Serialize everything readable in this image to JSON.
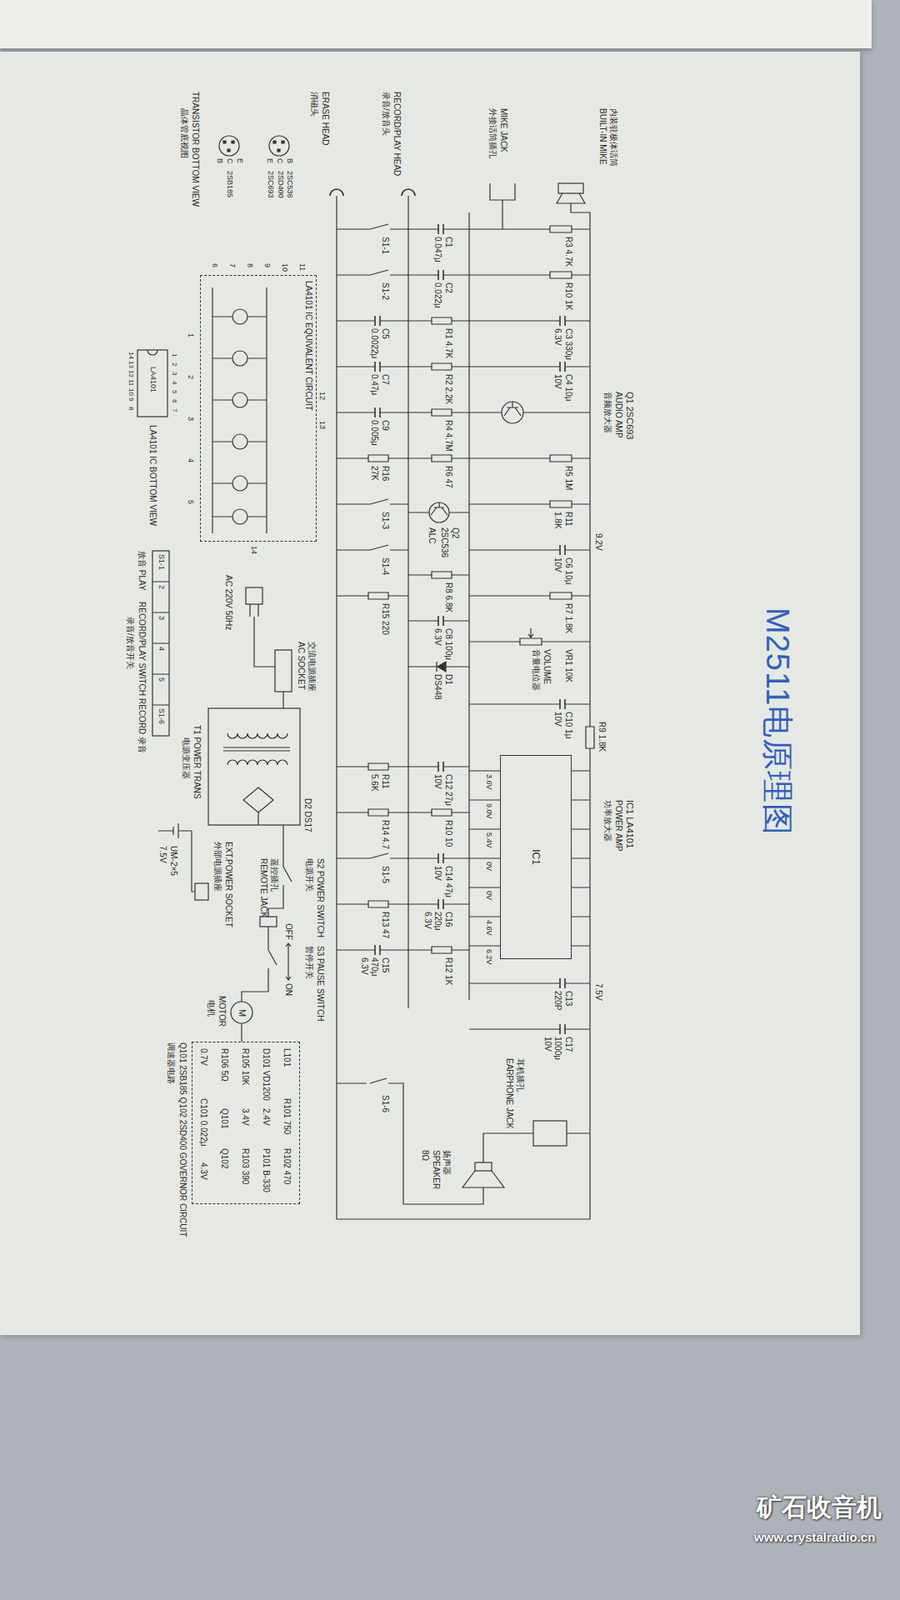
{
  "diagram": {
    "title": "M2511电原理图",
    "nodes": [
      {
        "text": [
          "LA4101 IC EQUIVALENT CIRCUIT"
        ]
      },
      {
        "text": [
          "IC1"
        ]
      },
      {
        "text": [
          "Q101 2SB185 Q102 2SD400 GOVERNOR CIRCUIT",
          "调速器电路"
        ]
      }
    ],
    "labels": [
      "内装驻极体话筒",
      "BUILT-IN MIKE",
      "MIKE JACK",
      "外接话筒插孔",
      "RECORD/PLAY HEAD",
      "录音/放音头",
      "ERASE HEAD",
      "消磁头",
      "R3 4.7K",
      "R10 1K",
      "C3 330μ 6.3V",
      "C4 10μ 10V",
      "R5 1M",
      "R11 1.8K",
      "C6 10μ 10V",
      "R7 1.8K",
      "VR1 10K",
      "VOLUME",
      "音量电位器",
      "C10 1μ 10V",
      "C13 220P",
      "C17 1000μ 10V",
      "Q1 2SC693",
      "AUDIO AMP",
      "音频放大器",
      "9.2V",
      "R9 1.8K",
      "7.5V",
      "IC1 LA4101",
      "POWER AMP",
      "功率放大器",
      "C1 0.047μ",
      "C2 0.022μ",
      "R1 4.7K",
      "R2 2.2K",
      "R4 4.7M",
      "R6 47",
      "Q2 2SC536",
      "ALC",
      "R8 6.8K",
      "C8 100μ 6.3V",
      "D1 DS448",
      "C12 27μ 10V",
      "R10 10",
      "C14 47μ 10V",
      "C16 220μ 6.3V",
      "R12 1K",
      "S1-1",
      "S1-2",
      "C5 0.0022μ",
      "C7 0.47μ",
      "C9 0.005μ",
      "R16 27K",
      "S1-3",
      "S1-4",
      "R15 220",
      "R11 5.6K",
      "R14 4.7",
      "S1-5",
      "R13 47",
      "C15 470μ 6.3V",
      "3.6V",
      "9.0V",
      "5.4V",
      "0V",
      "0V",
      "4.6V",
      "6.2V",
      "耳机插孔",
      "EARPHONE JACK",
      "扬声器",
      "SPEAKER",
      "8Ω",
      "S1-6",
      "B",
      "C",
      "E",
      "2SC536 2SD400 2SC693",
      "E",
      "C",
      "B",
      "2SB185",
      "TRANSISTOR BOTTOM VIEW",
      "晶体管底视图",
      "11",
      "10",
      "9",
      "8",
      "7",
      "6",
      "12",
      "13",
      "14",
      "1",
      "2",
      "3",
      "4",
      "5",
      "1",
      "2",
      "3",
      "4",
      "5",
      "6",
      "7",
      "14",
      "13",
      "12",
      "11",
      "10",
      "9",
      "8",
      "LA4101",
      "LA4101 IC BOTTOM VIEW",
      "S1-1",
      "2",
      "3",
      "4",
      "5",
      "S1-6",
      "放音 PLAY",
      "RECORD/PLAY SWITCH",
      "RECORD 录音",
      "录音/放音开关",
      "AC 220V 50Hz",
      "交流电源插座",
      "AC SOCKET",
      "T1 POWER TRANS",
      "电源变压器",
      "D2 DS17",
      "S2 POWER SWITCH",
      "电源开关",
      "遥控插孔",
      "REMOTE JACK",
      "OFF",
      "ON",
      "S3 PAUSE SWITCH",
      "暂停开关",
      "EXT.POWER SOCKET",
      "外部电源插座",
      "UM-2×5",
      "7.5V",
      "M",
      "MOTOR",
      "电机",
      "L101",
      "R101 750",
      "R102 470",
      "D101 VD1200",
      "2.4V",
      "P101 B-330",
      "R105 10K",
      "3.4V",
      "R103 390",
      "R106 5Ω",
      "Q101",
      "Q102",
      "0.7V",
      "C101 0.022μ",
      "4.3V",
      "矿石收音机",
      "www.crystalradio.cn"
    ]
  }
}
